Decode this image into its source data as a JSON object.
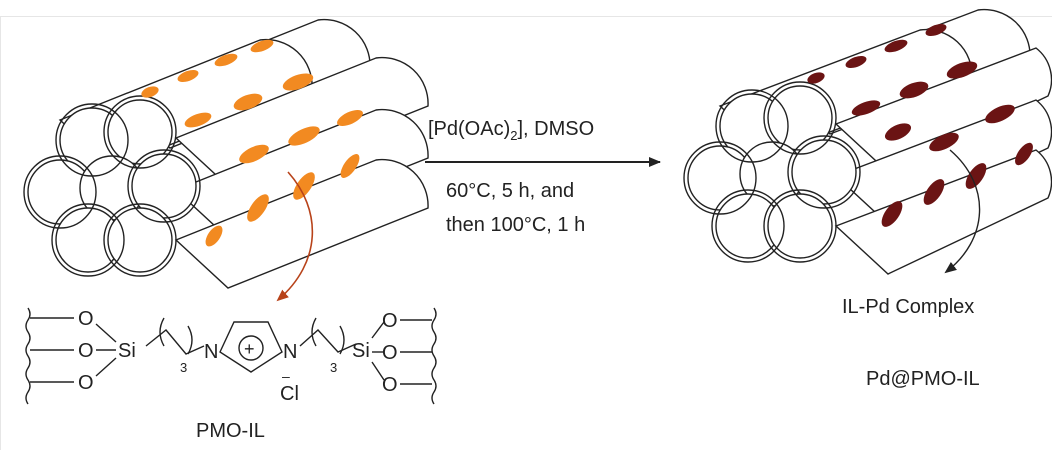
{
  "reaction": {
    "reagent_main": "[Pd(OAc)",
    "reagent_sub": "2",
    "reagent_tail": "], DMSO",
    "condition_line1": "60°C,  5 h,  and",
    "condition_line2": "then 100°C, 1 h"
  },
  "left_material": {
    "label": "PMO-IL",
    "particle_color": "#f28a21",
    "structure": {
      "atom_o": "O",
      "atom_si": "Si",
      "atom_n": "N",
      "chain_subscript": "3",
      "charge_plus": "+",
      "charge_minus": "–",
      "counter_ion": "Cl"
    }
  },
  "right_material": {
    "label_complex": "IL-Pd Complex",
    "label_product": "Pd@PMO-IL",
    "particle_color": "#6b1414"
  },
  "colors": {
    "line": "#222222",
    "curved_arrow_left": "#b8431a"
  }
}
